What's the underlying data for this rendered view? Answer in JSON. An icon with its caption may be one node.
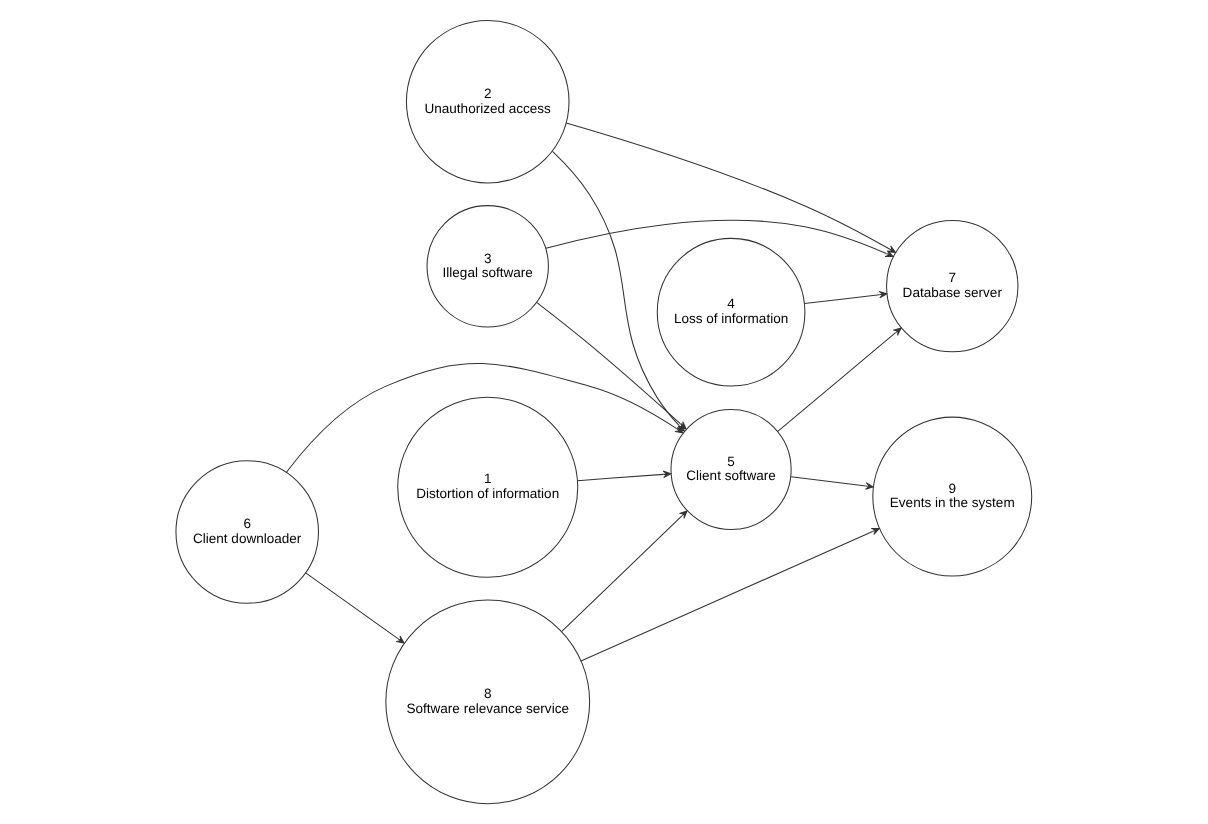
{
  "diagram": {
    "nodes": [
      {
        "text": [
          "1",
          "Distortion of information"
        ]
      },
      {
        "text": [
          "2",
          "Unauthorized access"
        ]
      },
      {
        "text": [
          "3",
          "Illegal software"
        ]
      },
      {
        "text": [
          "4",
          "Loss of information"
        ]
      },
      {
        "text": [
          "5",
          "Client software"
        ]
      },
      {
        "text": [
          "6",
          "Client downloader"
        ]
      },
      {
        "text": [
          "7",
          "Database server"
        ]
      },
      {
        "text": [
          "8",
          "Software relevance service"
        ]
      },
      {
        "text": [
          "9",
          "Events in the system"
        ]
      }
    ],
    "edges": [
      {
        "from": 0,
        "to": 4,
        "arrow": "to"
      },
      {
        "from": 1,
        "to": 4,
        "arrow": "to"
      },
      {
        "from": 2,
        "to": 4,
        "arrow": "to"
      },
      {
        "from": 5,
        "to": 4,
        "arrow": "to"
      },
      {
        "from": 7,
        "to": 4,
        "arrow": "to"
      },
      {
        "from": 5,
        "to": 7,
        "arrow": "to"
      },
      {
        "from": 4,
        "to": 6,
        "arrow": "to"
      },
      {
        "from": 4,
        "to": 8,
        "arrow": "to"
      },
      {
        "from": 7,
        "to": 8,
        "arrow": "to"
      },
      {
        "from": 1,
        "to": 6,
        "arrow": "to"
      },
      {
        "from": 2,
        "to": 6,
        "arrow": "to"
      },
      {
        "from": 3,
        "to": 6,
        "arrow": "to"
      }
    ]
  }
}
